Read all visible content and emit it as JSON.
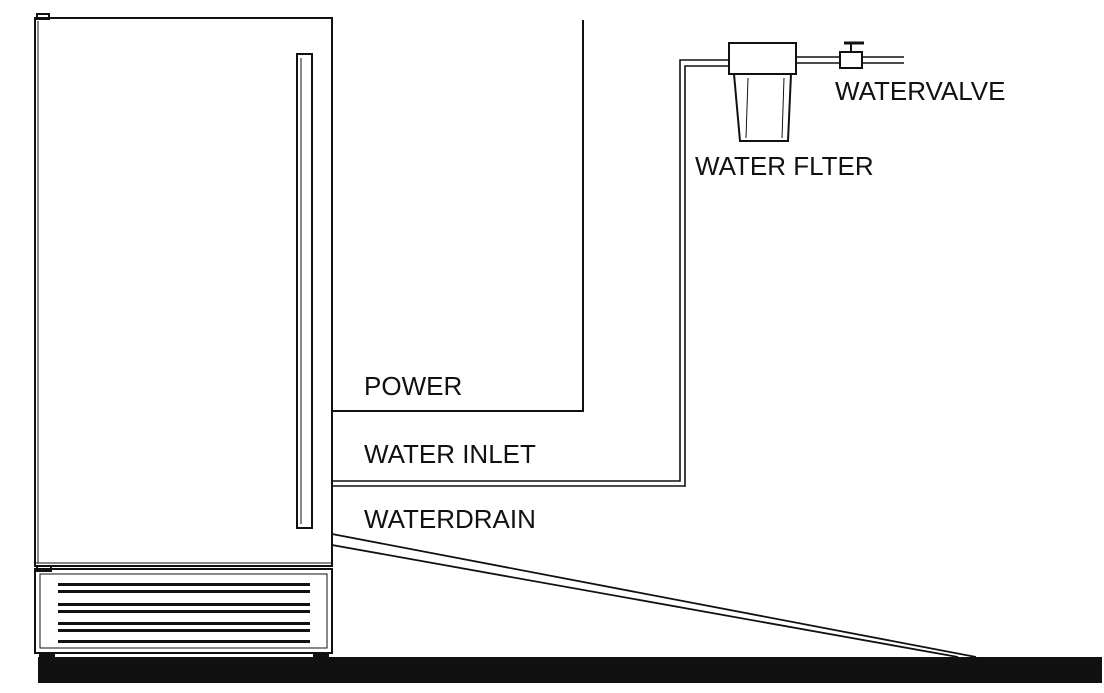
{
  "labels": {
    "power": "POWER",
    "water_inlet": "WATER INLET",
    "water_drain": "WATERDRAIN",
    "water_filter": "WATER FLTER",
    "water_valve": "WATERVALVE"
  },
  "colors": {
    "line": "#111111",
    "floor": "#111111",
    "background": "#ffffff"
  }
}
